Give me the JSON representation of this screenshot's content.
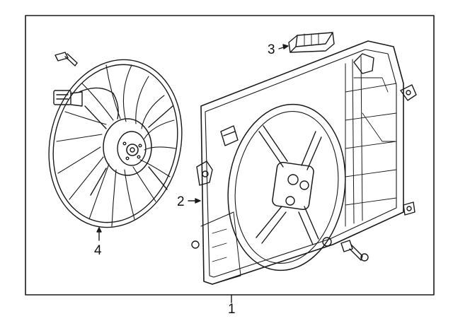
{
  "diagram": {
    "callouts": [
      {
        "id": "1",
        "text": "1"
      },
      {
        "id": "2",
        "text": "2"
      },
      {
        "id": "3",
        "text": "3"
      },
      {
        "id": "4",
        "text": "4"
      }
    ],
    "colors": {
      "line": "#1a1a1a",
      "background": "#ffffff"
    }
  }
}
